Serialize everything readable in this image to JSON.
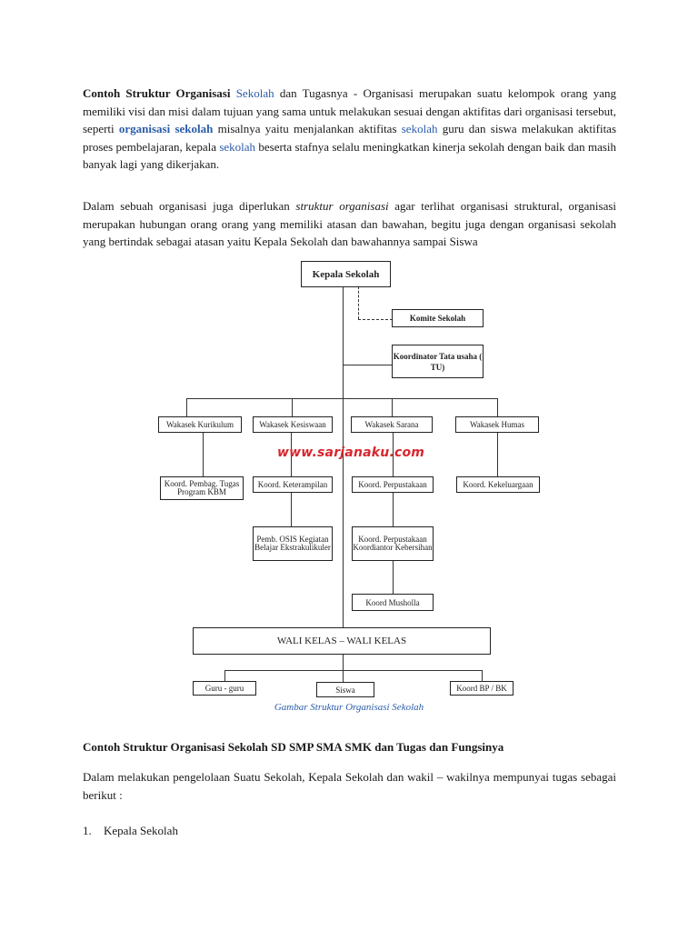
{
  "intro": {
    "title_bold": "Contoh Struktur Organisasi",
    "title_link": "Sekolah",
    "text1": "dan Tugasnya - Organisasi merupakan suatu kelompok orang yang memiliki visi dan misi dalam tujuan yang sama untuk melakukan sesuai dengan aktifitas dari organisasi tersebut, seperti",
    "link_bold": "organisasi sekolah",
    "text2": "misalnya yaitu menjalankan aktifitas",
    "link2": "sekolah",
    "text3": "guru dan siswa melakukan aktifitas proses pembelajaran, kepala",
    "link3": "sekolah",
    "text4": "beserta stafnya selalu meningkatkan kinerja sekolah dengan baik dan masih banyak lagi yang dikerjakan."
  },
  "para2": {
    "text1": "Dalam sebuah organisasi juga diperlukan",
    "italic": "struktur organisasi",
    "text2": "agar terlihat organisasi struktural, organisasi merupakan hubungan orang orang yang memiliki atasan dan bawahan, begitu juga dengan organisasi sekolah yang bertindak sebagai atasan yaitu Kepala Sekolah dan bawahannya sampai Siswa"
  },
  "chart": {
    "kepala": "Kepala Sekolah",
    "komite": "Komite Sekolah",
    "koordinator_tu": "Koordinator Tata usaha ( TU)",
    "wakasek_kurikulum": "Wakasek Kurikulum",
    "wakasek_kesiswaan": "Wakasek Kesiswaan",
    "wakasek_sarana": "Wakasek Sarana",
    "wakasek_humas": "Wakasek Humas",
    "koord_pembag": "Koord. Pembag. Tugas Program KBM",
    "koord_keterampilan": "Koord. Keterampilan",
    "koord_perpustakaan": "Koord. Perpustakaan",
    "koord_kekeluargaan": "Koord. Kekeluargaan",
    "pemb_osis": "Pemb. OSIS Kegiatan Belajar Ekstrakulikuler",
    "koord_perpus_kebersihan": "Koord. Perpustakaan Koordiantor Kebersihan",
    "koord_musholla": "Koord Musholla",
    "wali_kelas": "WALI KELAS – WALI KELAS",
    "guru": "Guru - guru",
    "siswa": "Siswa",
    "koord_bp": "Koord BP / BK",
    "watermark": "www.sarjanaku.com"
  },
  "caption": "Gambar Struktur Organisasi Sekolah",
  "heading": "Contoh Struktur Organisasi Sekolah SD SMP SMA SMK dan Tugas dan Fungsinya",
  "para3": "Dalam melakukan pengelolaan Suatu Sekolah, Kepala Sekolah dan wakil – wakilnya mempunyai tugas sebagai berikut :",
  "list": [
    {
      "num": "1.",
      "text": "Kepala Sekolah"
    }
  ]
}
